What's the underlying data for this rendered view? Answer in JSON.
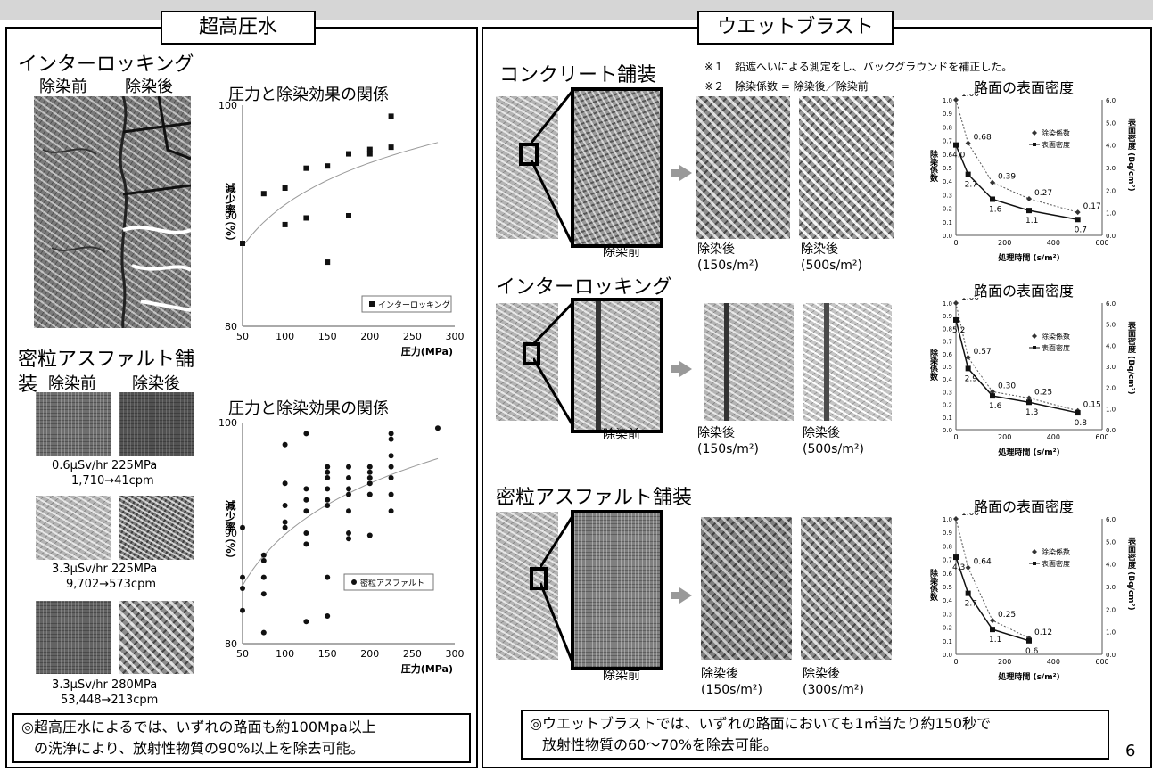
{
  "left_panel": {
    "title": "超高圧水",
    "interlocking": {
      "heading": "インターロッキング",
      "before_label": "除染前",
      "after_label": "除染後"
    },
    "chart_title_1": "圧力と除染効果の関係",
    "asphalt": {
      "heading": "密粒アスファルト舗",
      "heading_char2": "装",
      "before_label": "除染前",
      "after_label": "除染後",
      "samples": [
        {
          "line1": "0.6μSv/hr 225MPa",
          "line2": "1,710→41cpm"
        },
        {
          "line1": "3.3μSv/hr 225MPa",
          "line2": "9,702→573cpm"
        },
        {
          "line1": "3.3μSv/hr 280MPa",
          "line2": "53,448→213cpm"
        }
      ]
    },
    "chart_title_2": "圧力と除染効果の関係",
    "footer_line1": "◎超高圧水によるでは、いずれの路面も約100Mpa以上",
    "footer_line2": "の洗浄により、放射性物質の90%以上を除去可能。"
  },
  "right_panel": {
    "title": "ウエットブラスト",
    "note1": "※１　鉛遮へいによる測定をし、バックグラウンドを補正した。",
    "note2": "※２　除染係数 = 除染後／除染前",
    "sections": [
      {
        "heading": "コンクリート舗装",
        "chart_title": "路面の表面密度",
        "cap_before": "除染前",
        "cap_mid_1": "除染後",
        "cap_mid_2": "(150s/m²)",
        "cap_right_1": "除染後",
        "cap_right_2": "(500s/m²)"
      },
      {
        "heading": "インターロッキング",
        "chart_title": "路面の表面密度",
        "cap_before": "除染前",
        "cap_mid_1": "除染後",
        "cap_mid_2": "(150s/m²)",
        "cap_right_1": "除染後",
        "cap_right_2": "(500s/m²)"
      },
      {
        "heading": "密粒アスファルト舗装",
        "chart_title": "路面の表面密度",
        "cap_before": "除染前",
        "cap_mid_1": "除染後",
        "cap_mid_2": "(150s/m²)",
        "cap_right_1": "除染後",
        "cap_right_2": "(300s/m²)"
      }
    ],
    "footer_line1": "◎ウエットブラストでは、いずれの路面においても1㎡当たり約150秒で",
    "footer_line2": "放射性物質の60～70%を除去可能。"
  },
  "page_number": "6",
  "colors": {
    "border": "#000000",
    "band": "#d6d6d6",
    "arrow": "#999999"
  },
  "chart_data": [
    {
      "type": "scatter",
      "title": "圧力と除染効果の関係",
      "xlabel": "圧力(MPa)",
      "ylabel": "減少率（%）",
      "xlim": [
        50,
        300
      ],
      "ylim": [
        80,
        100
      ],
      "xticks": [
        "50",
        "100",
        "150",
        "200",
        "250",
        "300"
      ],
      "yticks": [
        "80",
        "90",
        "100"
      ],
      "legend": "インターロッキング",
      "legend_position": "bottom-right",
      "marker": "square",
      "points": [
        [
          50,
          87.5
        ],
        [
          75,
          92
        ],
        [
          100,
          92.5
        ],
        [
          100,
          89.2
        ],
        [
          125,
          94.3
        ],
        [
          125,
          89.8
        ],
        [
          150,
          94.5
        ],
        [
          150,
          85.8
        ],
        [
          175,
          95.6
        ],
        [
          175,
          90
        ],
        [
          200,
          95.6
        ],
        [
          200,
          96
        ],
        [
          225,
          99
        ],
        [
          225,
          96.2
        ]
      ],
      "trendline": "log"
    },
    {
      "type": "scatter",
      "title": "圧力と除染効果の関係",
      "xlabel": "圧力(MPa)",
      "ylabel": "減少率（%）",
      "xlim": [
        50,
        300
      ],
      "ylim": [
        80,
        100
      ],
      "xticks": [
        "50",
        "100",
        "150",
        "200",
        "250",
        "300"
      ],
      "yticks": [
        "80",
        "90",
        "100"
      ],
      "legend": "密粒アスファルト",
      "legend_position": "right",
      "marker": "circle",
      "points": [
        [
          50,
          90.5
        ],
        [
          50,
          86
        ],
        [
          50,
          85
        ],
        [
          50,
          83
        ],
        [
          75,
          88
        ],
        [
          75,
          87.5
        ],
        [
          75,
          86
        ],
        [
          75,
          84.5
        ],
        [
          75,
          81
        ],
        [
          100,
          98
        ],
        [
          100,
          94.5
        ],
        [
          100,
          92.5
        ],
        [
          100,
          91
        ],
        [
          100,
          90.5
        ],
        [
          125,
          99
        ],
        [
          125,
          94
        ],
        [
          125,
          93
        ],
        [
          125,
          92
        ],
        [
          125,
          90
        ],
        [
          125,
          89
        ],
        [
          125,
          82
        ],
        [
          150,
          96
        ],
        [
          150,
          95.5
        ],
        [
          150,
          95
        ],
        [
          150,
          94
        ],
        [
          150,
          93
        ],
        [
          150,
          92.5
        ],
        [
          150,
          86
        ],
        [
          150,
          82.5
        ],
        [
          175,
          96
        ],
        [
          175,
          95
        ],
        [
          175,
          94
        ],
        [
          175,
          93.5
        ],
        [
          175,
          92
        ],
        [
          175,
          90
        ],
        [
          175,
          89.5
        ],
        [
          200,
          96
        ],
        [
          200,
          95.5
        ],
        [
          200,
          95
        ],
        [
          200,
          94.5
        ],
        [
          200,
          93.5
        ],
        [
          200,
          89.8
        ],
        [
          225,
          99
        ],
        [
          225,
          98.5
        ],
        [
          225,
          97
        ],
        [
          225,
          96
        ],
        [
          225,
          95
        ],
        [
          225,
          93.5
        ],
        [
          225,
          92
        ],
        [
          280,
          99.5
        ]
      ],
      "trendline": "log"
    },
    {
      "type": "line",
      "title": "路面の表面密度",
      "xlabel": "処理時間 (s/m²)",
      "ylabel": "除染係数",
      "ylabel_right": "表面密度 (Bq/cm²)",
      "xlim": [
        0,
        600
      ],
      "ylim": [
        0,
        1.0
      ],
      "ylim_right": [
        0,
        6.0
      ],
      "series": [
        {
          "name": "除染係数",
          "x": [
            0,
            50,
            150,
            300,
            500
          ],
          "values": [
            1.0,
            0.68,
            0.39,
            0.27,
            0.17
          ]
        },
        {
          "name": "表面密度",
          "x": [
            0,
            50,
            150,
            300,
            500
          ],
          "values": [
            4.0,
            2.7,
            1.6,
            1.1,
            0.7
          ]
        }
      ]
    },
    {
      "type": "line",
      "title": "路面の表面密度",
      "xlabel": "処理時間 (s/m²)",
      "ylabel": "除染係数",
      "ylabel_right": "表面密度 (Bq/cm²)",
      "xlim": [
        0,
        600
      ],
      "ylim": [
        0,
        1.0
      ],
      "ylim_right": [
        0,
        6.0
      ],
      "series": [
        {
          "name": "除染係数",
          "x": [
            0,
            50,
            150,
            300,
            500
          ],
          "values": [
            1.0,
            0.57,
            0.3,
            0.25,
            0.15
          ]
        },
        {
          "name": "表面密度",
          "x": [
            0,
            50,
            150,
            300,
            500
          ],
          "values": [
            5.2,
            2.9,
            1.6,
            1.3,
            0.8
          ]
        }
      ]
    },
    {
      "type": "line",
      "title": "路面の表面密度",
      "xlabel": "処理時間 (s/m²)",
      "ylabel": "除染係数",
      "ylabel_right": "表面密度 (Bq/cm²)",
      "xlim": [
        0,
        600
      ],
      "ylim": [
        0,
        1.0
      ],
      "ylim_right": [
        0,
        6.0
      ],
      "series": [
        {
          "name": "除染係数",
          "x": [
            0,
            50,
            150,
            300
          ],
          "values": [
            1.0,
            0.64,
            0.25,
            0.12
          ]
        },
        {
          "name": "表面密度",
          "x": [
            0,
            50,
            150,
            300
          ],
          "values": [
            4.3,
            2.7,
            1.1,
            0.6
          ]
        }
      ]
    }
  ]
}
